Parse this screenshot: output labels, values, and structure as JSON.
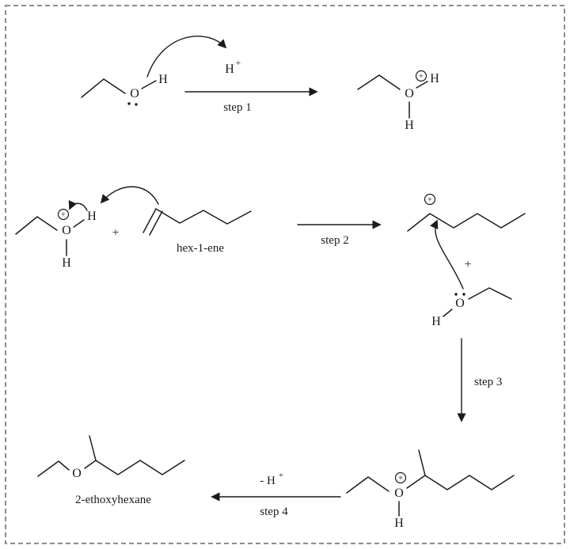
{
  "colors": {
    "ink": "#1b1b1b",
    "border": "#8c8c8c",
    "background": "#ffffff"
  },
  "atoms": {
    "O": "O",
    "H": "H"
  },
  "charges": {
    "plus": "+"
  },
  "operators": {
    "plus": "+"
  },
  "labels": {
    "step1": "step 1",
    "step2": "step 2",
    "step3": "step 3",
    "step4": "step 4",
    "proton": "H",
    "proton_charge": "+",
    "loss_of_proton": "- H",
    "loss_of_proton_charge": "+",
    "hex1ene": "hex-1-ene",
    "product": "2-ethoxyhexane"
  }
}
